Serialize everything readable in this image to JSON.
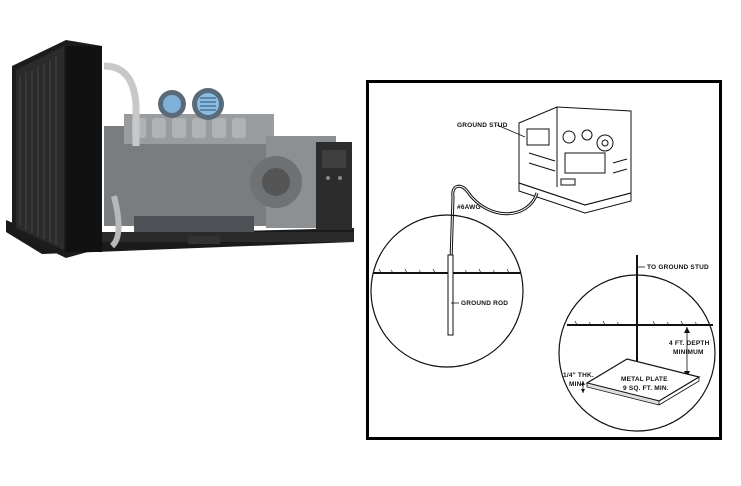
{
  "diagram": {
    "labels": {
      "ground_stud": "GROUND STUD",
      "wire_gauge": "#6AWG",
      "ground_rod": "GROUND ROD",
      "to_ground_stud": "TO GROUND STUD",
      "depth_line1": "4 FT. DEPTH",
      "depth_line2": "MINIMUM",
      "thickness_line1": "1/4\" THK.",
      "thickness_line2": "MIN.",
      "plate_line1": "METAL PLATE",
      "plate_line2": "9 SQ. FT. MIN."
    }
  }
}
